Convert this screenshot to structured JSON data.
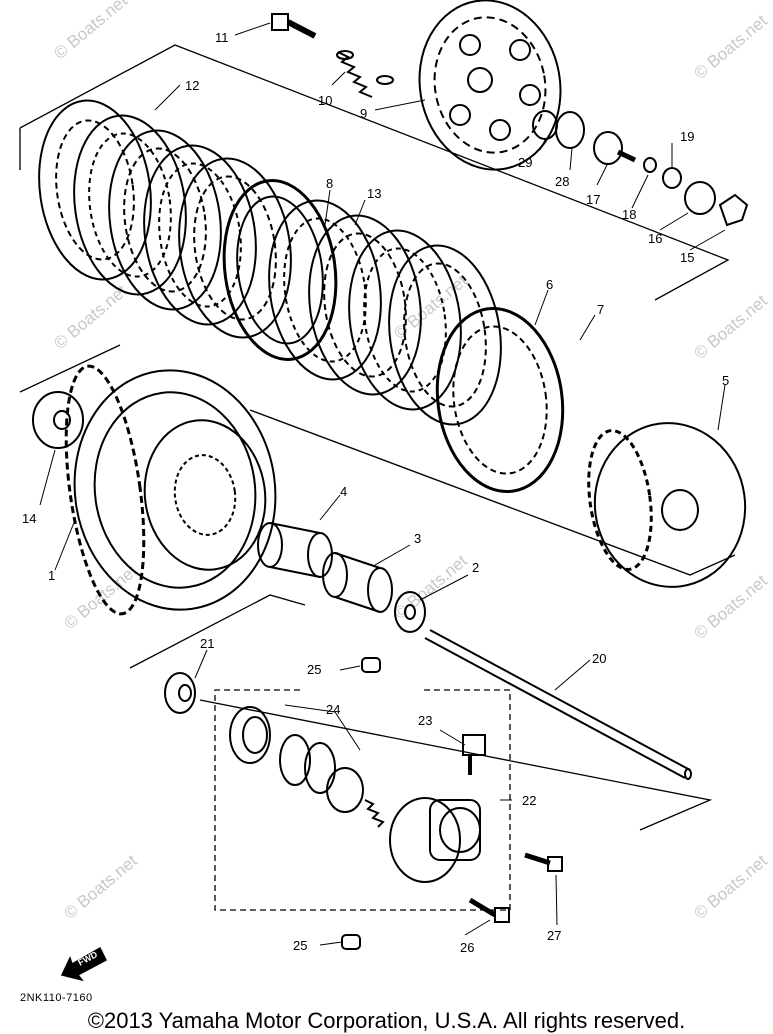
{
  "diagram": {
    "callouts": [
      "1",
      "2",
      "3",
      "4",
      "5",
      "6",
      "7",
      "8",
      "9",
      "10",
      "11",
      "12",
      "13",
      "14",
      "15",
      "16",
      "17",
      "18",
      "19",
      "20",
      "21",
      "22",
      "23",
      "24",
      "25",
      "25",
      "26",
      "27",
      "28",
      "29"
    ],
    "fwd_label": "FWD",
    "watermark": "© Boats.net"
  },
  "footer": {
    "code": "2NK110-7160",
    "copyright": "©2013 Yamaha Motor Corporation, U.S.A. All rights reserved."
  }
}
